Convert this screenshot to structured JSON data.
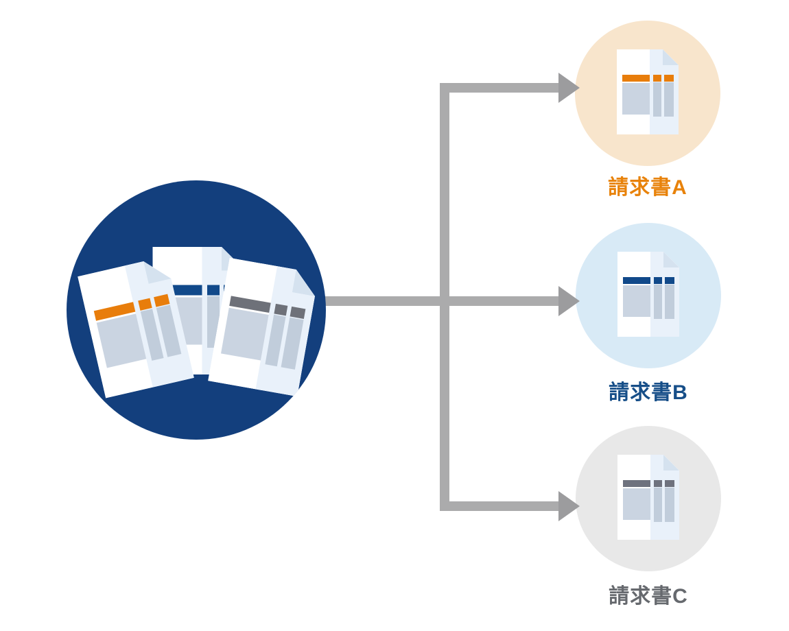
{
  "diagram": {
    "description_icons": {
      "source_icon": "invoice-stack-icon",
      "target_icon": "invoice-document-icon",
      "connector_icon": "branching-arrow"
    },
    "colors": {
      "source_circle": "#133F7D",
      "arrow_line": "#ABABAC",
      "arrow_head": "#9C9C9E",
      "page_white": "#FFFFFF",
      "page_tint": "#E9F1FA",
      "page_fold": "#D5E2EF"
    },
    "source": {
      "documents": [
        {
          "name": "invoice-orange",
          "stripe_color": "#E87D0B"
        },
        {
          "name": "invoice-blue",
          "stripe_color": "#11498A"
        },
        {
          "name": "invoice-gray",
          "stripe_color": "#6E7179"
        }
      ]
    },
    "targets": [
      {
        "id": "A",
        "label": "請求書A",
        "circle_color": "#F8E5CC",
        "label_color": "#E8820A",
        "stripe_color": "#E87D0B"
      },
      {
        "id": "B",
        "label": "請求書B",
        "circle_color": "#D8EAF6",
        "label_color": "#164E88",
        "stripe_color": "#11498A"
      },
      {
        "id": "C",
        "label": "請求書C",
        "circle_color": "#E8E8E8",
        "label_color": "#66696E",
        "stripe_color": "#6E727E"
      }
    ]
  }
}
